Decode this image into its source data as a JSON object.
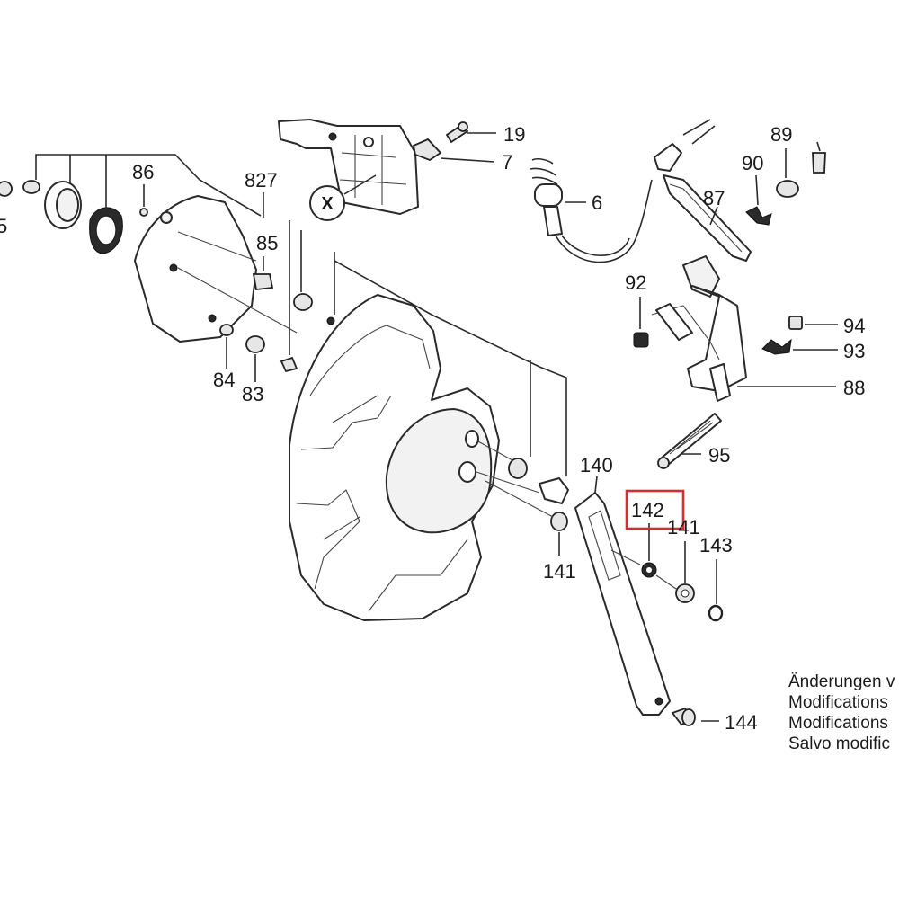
{
  "labels": {
    "p19": "19",
    "p7": "7",
    "p6": "6",
    "p89": "89",
    "p90": "90",
    "p87": "87",
    "p86": "86",
    "p827": "827",
    "p85": "85",
    "p84": "84",
    "p83": "83",
    "p92": "92",
    "p94": "94",
    "p93": "93",
    "p88": "88",
    "p95": "95",
    "p140": "140",
    "p142": "142",
    "p141a": "141",
    "p141b": "141",
    "p143": "143",
    "p144": "144",
    "p5": "5",
    "x": "X"
  },
  "notes": [
    "Änderungen v",
    "Modifications",
    "Modifications",
    "Salvo modific"
  ],
  "highlight_color": "#d32f2f"
}
